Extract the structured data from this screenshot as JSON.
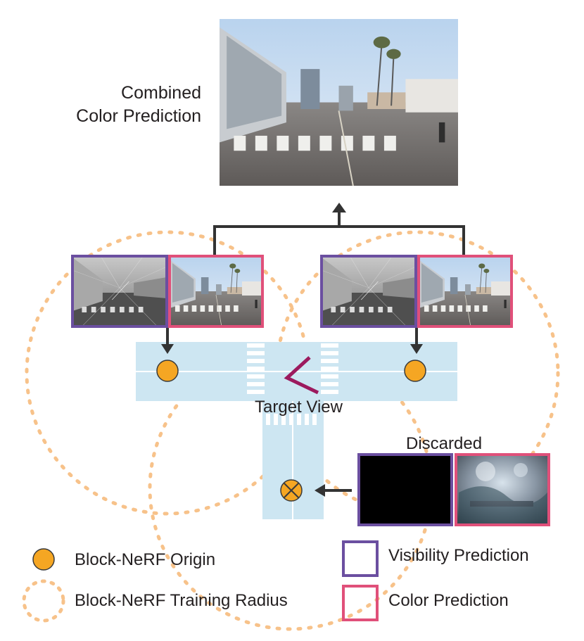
{
  "title_lines": [
    "Combined",
    "Color Prediction"
  ],
  "target_view_label": "Target View",
  "discarded_label": "Discarded",
  "legend": {
    "origin": "Block-NeRF Origin",
    "radius": "Block-NeRF Training Radius",
    "visibility": "Visibility Prediction",
    "color": "Color Prediction"
  },
  "colors": {
    "origin_fill": "#f5a623",
    "radius_stroke": "#f7c28a",
    "visibility_frame": "#6b4fa0",
    "color_frame": "#e0507a",
    "road": "#cde6f2",
    "target_chevron": "#9c1a5e",
    "arrow": "#333333"
  }
}
